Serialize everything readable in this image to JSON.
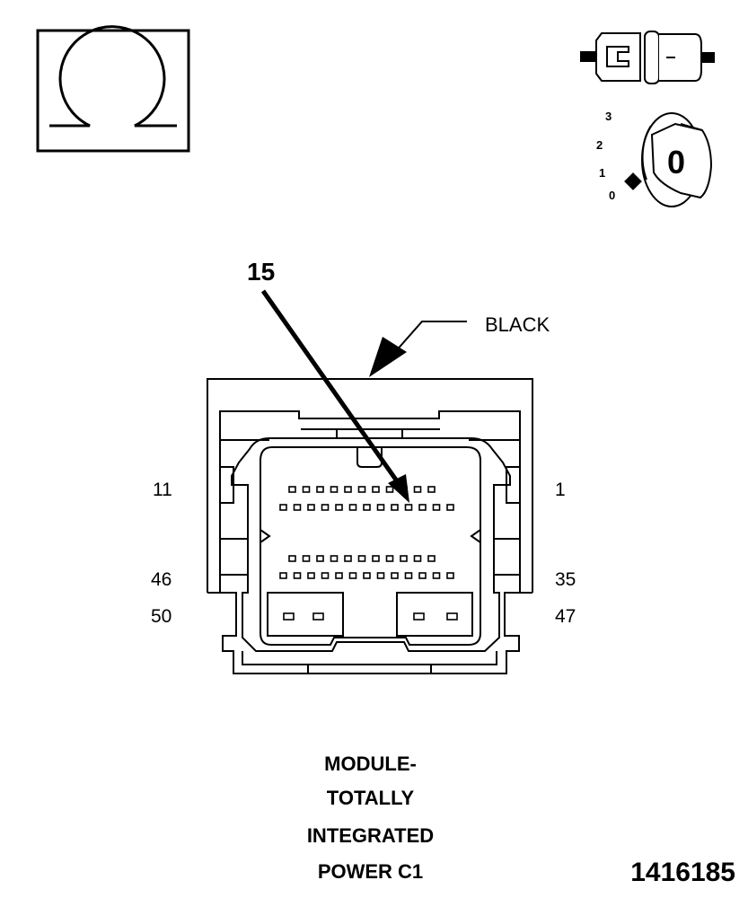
{
  "diagram": {
    "connector_color": "BLACK",
    "callout_pin": "15",
    "pin_labels": {
      "top_left": "11",
      "top_right": "1",
      "mid_left": "46",
      "mid_right": "35",
      "bottom_left": "50",
      "bottom_right": "47"
    },
    "ignition_positions": [
      "3",
      "2",
      "1",
      "0"
    ],
    "key_label": "0",
    "caption": [
      "MODULE-",
      "TOTALLY",
      "INTEGRATED",
      "POWER C1"
    ],
    "figure_number": "1416185"
  },
  "icons": [
    "ohmmeter-icon",
    "connector-disconnected-icon",
    "ignition-key-off-icon"
  ]
}
